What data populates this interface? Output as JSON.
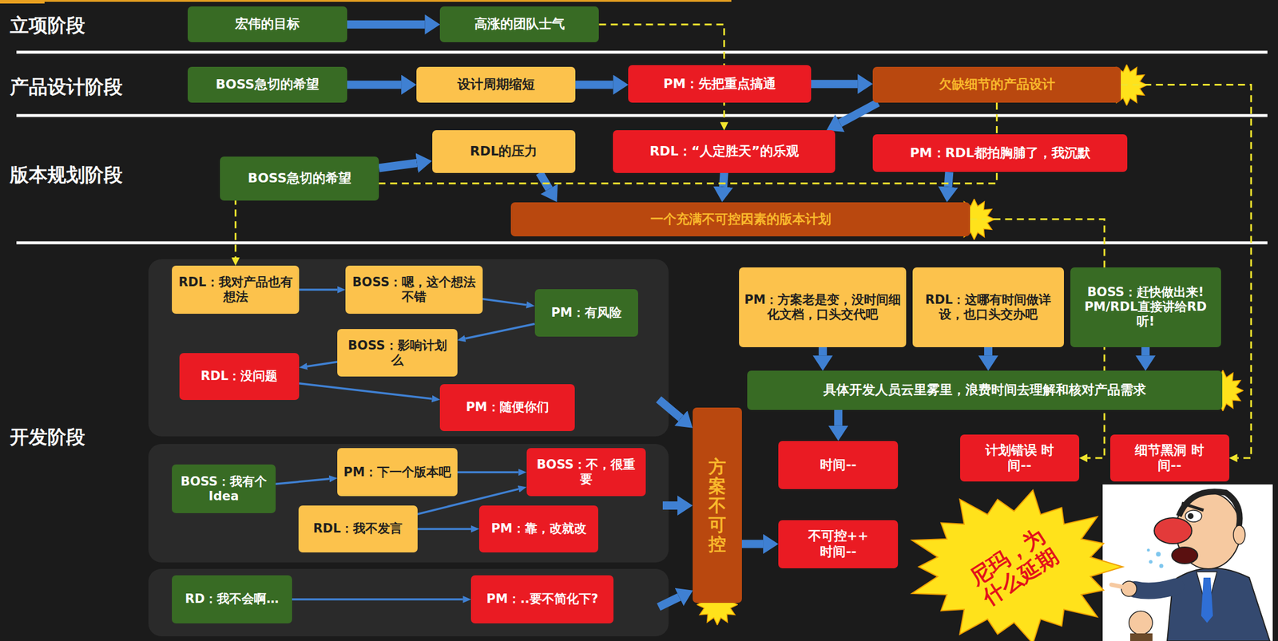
{
  "diagram": {
    "nodes": [
      {
        "text": [
          "宏伟的目标"
        ]
      },
      {
        "text": [
          "高涨的团队士气"
        ]
      },
      {
        "text": [
          "BOSS急切的希望"
        ]
      },
      {
        "text": [
          "设计周期缩短"
        ]
      },
      {
        "text": [
          "PM：先把重点搞通"
        ]
      },
      {
        "text": [
          "欠缺细节的产品设计"
        ]
      },
      {
        "text": [
          "BOSS急切的希望"
        ]
      },
      {
        "text": [
          "RDL的压力"
        ]
      },
      {
        "text": [
          "RDL：“人定胜天”的乐观"
        ]
      },
      {
        "text": [
          "PM：RDL都拍胸脯了，我沉默"
        ]
      },
      {
        "text": [
          "一个充满不可控因素的版本计划"
        ]
      },
      {
        "text": [
          "RDL：我对产品也有想法"
        ]
      },
      {
        "text": [
          "BOSS：嗯，这个想法不错"
        ]
      },
      {
        "text": [
          "PM：有风险"
        ]
      },
      {
        "text": [
          "BOSS：影响计划么"
        ]
      },
      {
        "text": [
          "RDL：没问题"
        ]
      },
      {
        "text": [
          "PM：随便你们"
        ]
      },
      {
        "text": [
          "BOSS：我有个Idea"
        ]
      },
      {
        "text": [
          "PM：下一个版本吧"
        ]
      },
      {
        "text": [
          "BOSS：不，很重要"
        ]
      },
      {
        "text": [
          "RDL：我不发言"
        ]
      },
      {
        "text": [
          "PM：靠，改就改"
        ]
      },
      {
        "text": [
          "RD：我不会啊…"
        ]
      },
      {
        "text": [
          "PM：..要不简化下?"
        ]
      },
      {
        "text": [
          "方案不可控"
        ]
      },
      {
        "text": [
          "PM：方案老是变，没时间细化文档，口头交代吧"
        ]
      },
      {
        "text": [
          "RDL：这哪有时间做详设，也口头交办吧"
        ]
      },
      {
        "text": [
          "BOSS：赶快做出来! PM/RDL直接讲给RD 听!"
        ]
      },
      {
        "text": [
          "具体开发人员云里雾里，浪费时间去理解和核对产品需求"
        ]
      },
      {
        "text": [
          "时间--"
        ]
      },
      {
        "text": [
          "不可控++ 时间--"
        ]
      },
      {
        "text": [
          "计划错误 时间--"
        ]
      },
      {
        "text": [
          "细节黑洞 时间--"
        ]
      },
      {
        "text": [
          "尼玛，为什么延期"
        ]
      }
    ],
    "edges": [
      {
        "from": 0,
        "to": 1,
        "arrow": "to"
      },
      {
        "from": 2,
        "to": 3,
        "arrow": "to"
      },
      {
        "from": 3,
        "to": 4,
        "arrow": "to"
      },
      {
        "from": 4,
        "to": 5,
        "arrow": "to"
      },
      {
        "from": 6,
        "to": 7,
        "arrow": "to"
      },
      {
        "from": 5,
        "to": 8,
        "arrow": "to"
      },
      {
        "from": 7,
        "to": 10,
        "arrow": "to"
      },
      {
        "from": 8,
        "to": 10,
        "arrow": "to"
      },
      {
        "from": 9,
        "to": 10,
        "arrow": "to"
      },
      {
        "from": 1,
        "to": 8,
        "arrow": "to"
      },
      {
        "from": 5,
        "to": 32,
        "arrow": "to"
      },
      {
        "from": 10,
        "to": 31,
        "arrow": "to"
      },
      {
        "from": 5,
        "to": 11,
        "arrow": "to"
      },
      {
        "from": 11,
        "to": 12,
        "arrow": "to"
      },
      {
        "from": 12,
        "to": 13,
        "arrow": "to"
      },
      {
        "from": 13,
        "to": 14,
        "arrow": "to"
      },
      {
        "from": 14,
        "to": 15,
        "arrow": "to"
      },
      {
        "from": 15,
        "to": 16,
        "arrow": "to"
      },
      {
        "from": 17,
        "to": 18,
        "arrow": "to"
      },
      {
        "from": 18,
        "to": 19,
        "arrow": "to"
      },
      {
        "from": 20,
        "to": 19,
        "arrow": "to"
      },
      {
        "from": 20,
        "to": 21,
        "arrow": "to"
      },
      {
        "from": 22,
        "to": 23,
        "arrow": "to"
      },
      {
        "from": 25,
        "to": 28,
        "arrow": "to"
      },
      {
        "from": 26,
        "to": 28,
        "arrow": "to"
      },
      {
        "from": 27,
        "to": 28,
        "arrow": "to"
      },
      {
        "from": 28,
        "to": 29,
        "arrow": "to"
      },
      {
        "from": 24,
        "to": 30,
        "arrow": "to"
      }
    ],
    "labels": [
      "立项阶段",
      "产品设计阶段",
      "版本规划阶段",
      "开发阶段"
    ]
  }
}
